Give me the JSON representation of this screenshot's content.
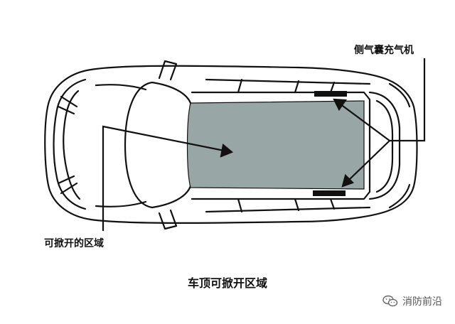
{
  "labels": {
    "airbag_inflator": "侧气囊充气机",
    "cuttable_area": "可掀开的区域"
  },
  "caption": "车顶可掀开区域",
  "watermark": {
    "text": "消防前沿",
    "icon": "wechat-icon"
  },
  "colors": {
    "roof_area": "#98a6a6",
    "outline": "#111111",
    "background": "#ffffff"
  }
}
